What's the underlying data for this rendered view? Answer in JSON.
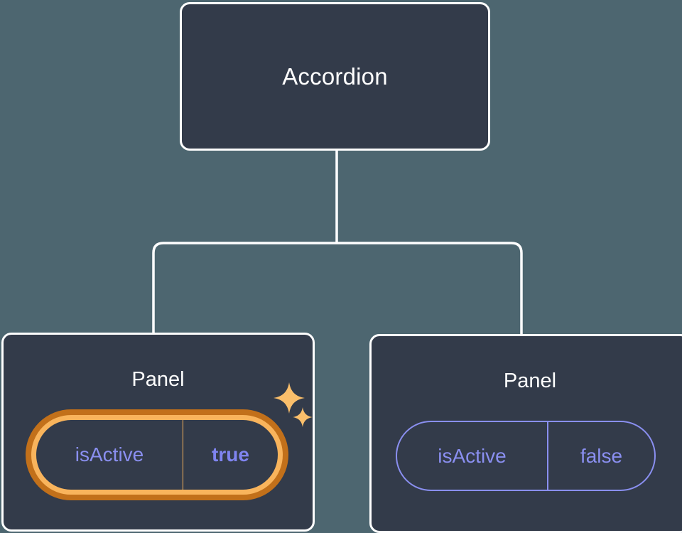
{
  "diagram": {
    "type": "component-tree",
    "background_color": "#4d6670",
    "node_fill": "#333b4a",
    "node_border": "#ffffff",
    "accent_purple": "#8a8ff0",
    "accent_purple_bold": "#7f84f0",
    "highlight_outer": "#c2701a",
    "highlight_inner": "#f9b45c",
    "sparkle_color": "#fbbf6b"
  },
  "root": {
    "title": "Accordion"
  },
  "panels": [
    {
      "title": "Panel",
      "highlighted": true,
      "prop": {
        "key": "isActive",
        "value": "true"
      }
    },
    {
      "title": "Panel",
      "highlighted": false,
      "prop": {
        "key": "isActive",
        "value": "false"
      }
    }
  ],
  "icons": {
    "sparkle_big": "sparkle-icon",
    "sparkle_small": "sparkle-icon"
  }
}
